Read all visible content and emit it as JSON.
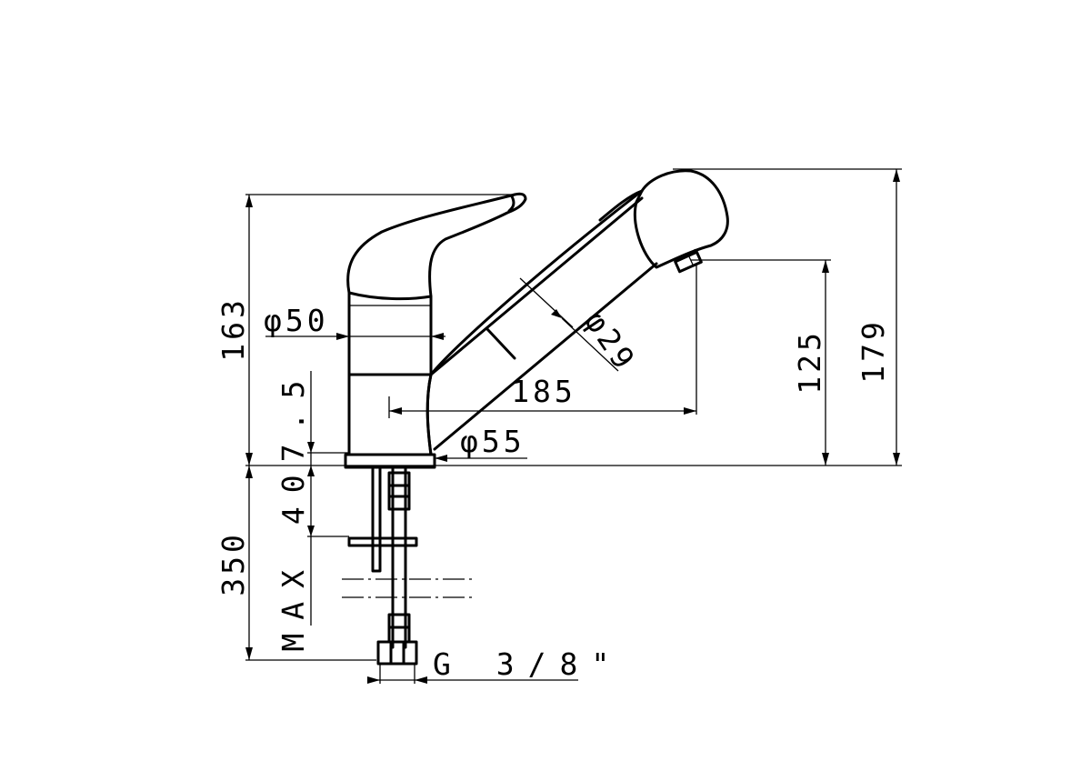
{
  "dimensions": {
    "overall_height": "179",
    "body_height": "163",
    "spout_outlet_height": "125",
    "spout_reach": "185",
    "body_diameter": "φ50",
    "base_diameter": "φ55",
    "spray_head_diameter": "φ29",
    "base_ring_height": "7.5",
    "hose_length": "350",
    "max_deck_thickness": "MAX 40",
    "connection_thread": "G 3/8\""
  },
  "colors": {
    "line": "#000000",
    "background": "#ffffff"
  }
}
